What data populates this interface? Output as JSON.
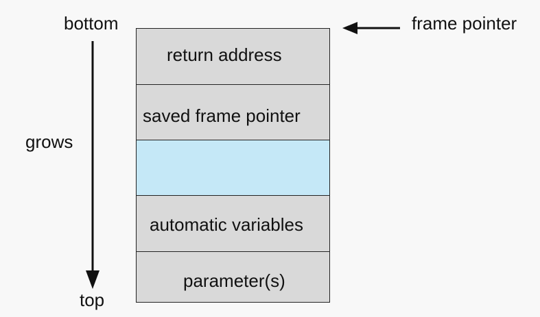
{
  "labels": {
    "bottom": "bottom",
    "grows": "grows",
    "top": "top",
    "frame_pointer": "frame pointer"
  },
  "stack": {
    "cells": [
      {
        "label": "return address",
        "color": "#d9d9d9"
      },
      {
        "label": "saved frame pointer",
        "color": "#d9d9d9"
      },
      {
        "label": "",
        "color": "#c5e8f7"
      },
      {
        "label": "automatic variables",
        "color": "#d9d9d9"
      },
      {
        "label": "parameter(s)",
        "color": "#d9d9d9"
      }
    ]
  },
  "icons": {
    "grow_direction": "down-arrow-icon",
    "frame_pointer_indicator": "left-arrow-icon"
  },
  "colors": {
    "cell_gray": "#d9d9d9",
    "cell_blue": "#c5e8f7",
    "background": "#f8f8f8"
  }
}
